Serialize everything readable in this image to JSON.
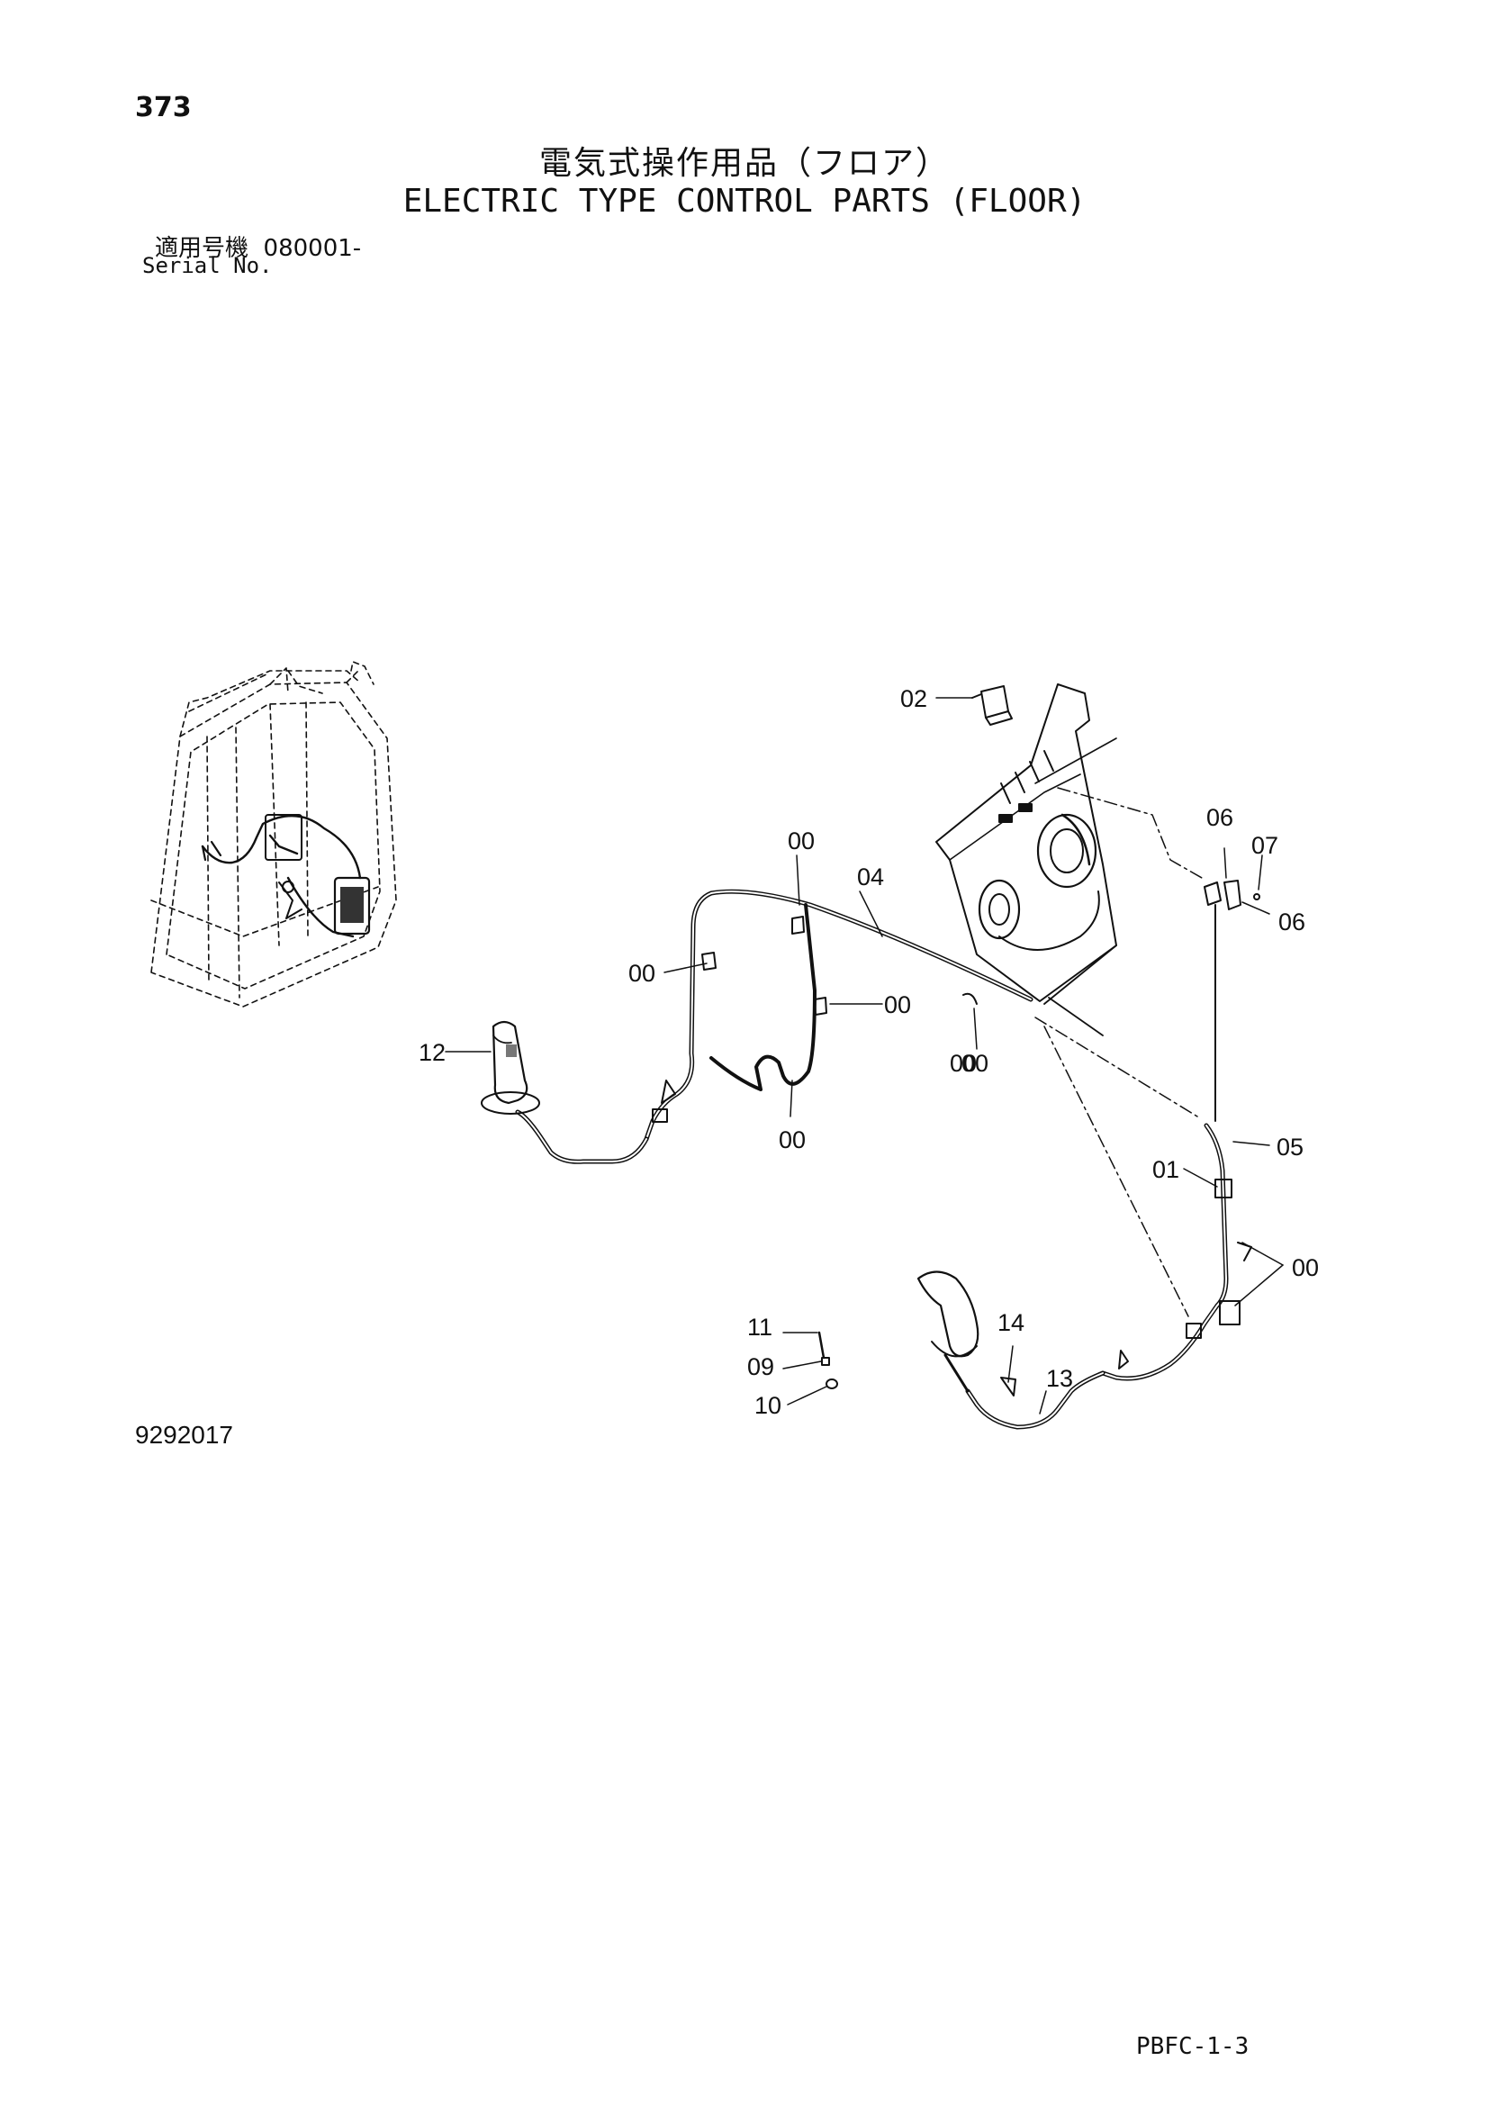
{
  "header": {
    "page_number": "373",
    "title_ja": "電気式操作用品（フロア）",
    "title_en": "ELECTRIC TYPE CONTROL PARTS (FLOOR)",
    "serial_label_ja": "適用号機",
    "serial_from": "080001-",
    "serial_label_en": "Serial No."
  },
  "footer": {
    "drawing_number": "9292017",
    "page_code": "PBFC-1-3"
  },
  "callouts": [
    "02",
    "06",
    "07",
    "06",
    "00",
    "04",
    "00",
    "00",
    "00",
    "12",
    "00",
    "00",
    "05",
    "01",
    "00",
    "14",
    "11",
    "09",
    "13",
    "10"
  ],
  "colors": {
    "ink": "#111111",
    "background": "#ffffff"
  }
}
